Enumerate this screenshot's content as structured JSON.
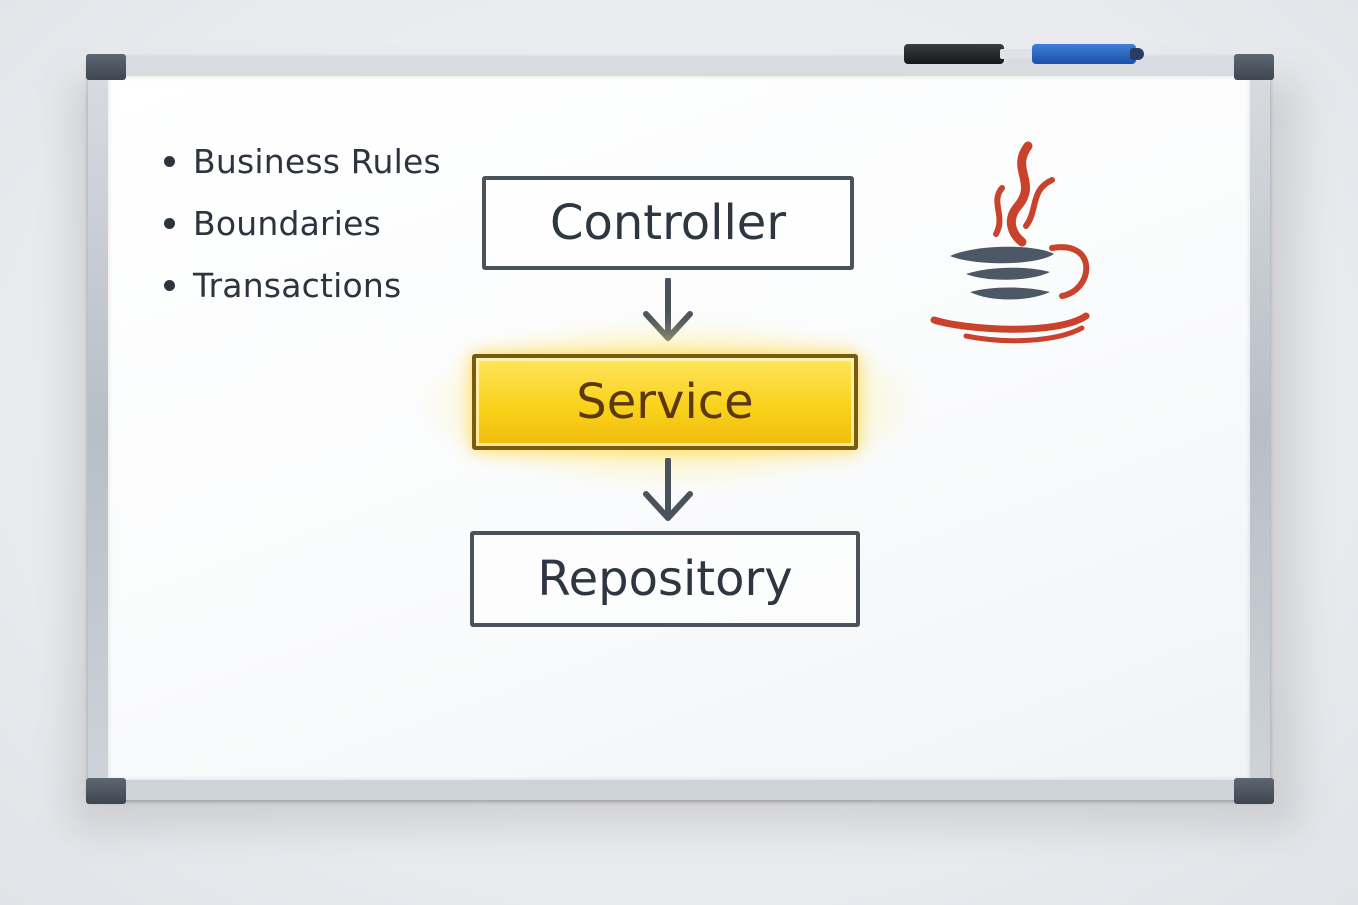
{
  "bullets": [
    "Business Rules",
    "Boundaries",
    "Transactions"
  ],
  "diagram": {
    "boxes": {
      "controller": "Controller",
      "service": "Service",
      "repository": "Repository"
    }
  },
  "colors": {
    "ink": "#2d3440",
    "box_border": "#4a525c",
    "service_fill": "#f9d21c",
    "service_text": "#5b3810",
    "logo_red": "#c9432c",
    "logo_slate": "#4d5866",
    "marker_black": "#1f2023",
    "marker_blue": "#2b62c4"
  },
  "icons": {
    "logo": "java-coffee-cup-icon",
    "marker_black": "black-marker-icon",
    "marker_blue": "blue-marker-icon"
  }
}
